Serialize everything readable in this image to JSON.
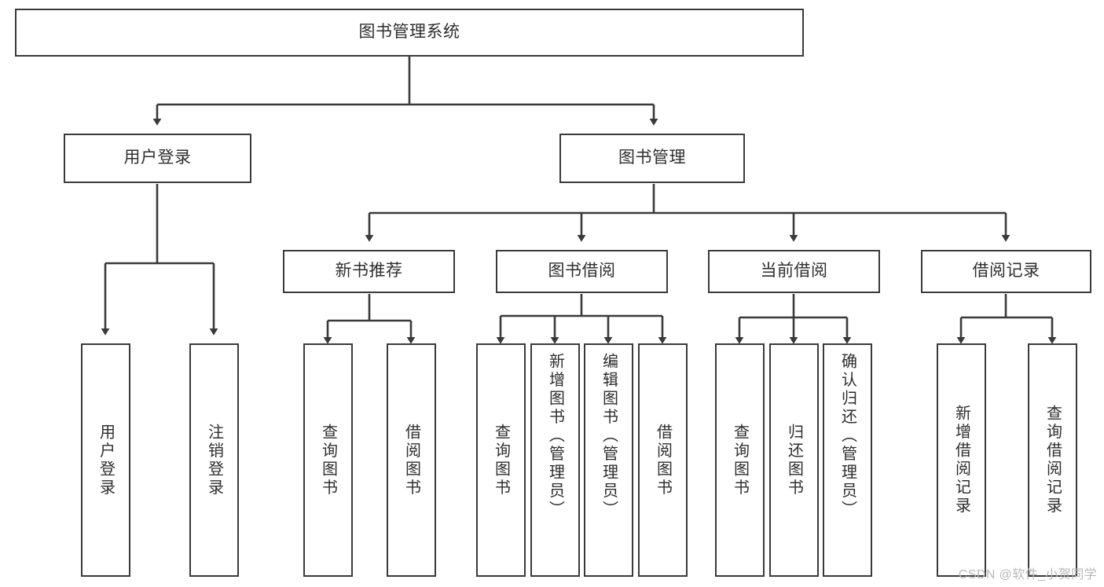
{
  "diagram": {
    "title": "图书管理系统",
    "watermark": "CSDN @软件_小贺同学",
    "line_color": "#3a3a3a",
    "text_color": "#2e2e2e",
    "background_color": "#ffffff",
    "nodes": {
      "root": {
        "label": "图书管理系统"
      },
      "tier2": [
        {
          "id": "user-login",
          "label": "用户登录"
        },
        {
          "id": "book-manage",
          "label": "图书管理"
        }
      ],
      "tier3": [
        {
          "id": "new-book-rec",
          "label": "新书推荐"
        },
        {
          "id": "book-borrow",
          "label": "图书借阅"
        },
        {
          "id": "current-borrow",
          "label": "当前借阅"
        },
        {
          "id": "borrow-record",
          "label": "借阅记录"
        }
      ],
      "leaves": {
        "user_login": [
          {
            "id": "leaf-user-login",
            "label": "用户登录"
          },
          {
            "id": "leaf-logout-login",
            "label": "注销登录"
          }
        ],
        "new_book_rec": [
          {
            "id": "leaf-query-book-1",
            "label": "查询图书"
          },
          {
            "id": "leaf-borrow-book-1",
            "label": "借阅图书"
          }
        ],
        "book_borrow": [
          {
            "id": "leaf-query-book-2",
            "label": "查询图书"
          },
          {
            "id": "leaf-add-book-admin",
            "label": "新增图书（管理员）"
          },
          {
            "id": "leaf-edit-book-admin",
            "label": "编辑图书（管理员）"
          },
          {
            "id": "leaf-borrow-book-2",
            "label": "借阅图书"
          }
        ],
        "current_borrow": [
          {
            "id": "leaf-query-book-3",
            "label": "查询图书"
          },
          {
            "id": "leaf-return-book",
            "label": "归还图书"
          },
          {
            "id": "leaf-confirm-return-admin",
            "label": "确认归还（管理员）"
          }
        ],
        "borrow_record": [
          {
            "id": "leaf-add-borrow-record",
            "label": "新增借阅记录"
          },
          {
            "id": "leaf-query-borrow-record",
            "label": "查询借阅记录"
          }
        ]
      }
    }
  }
}
